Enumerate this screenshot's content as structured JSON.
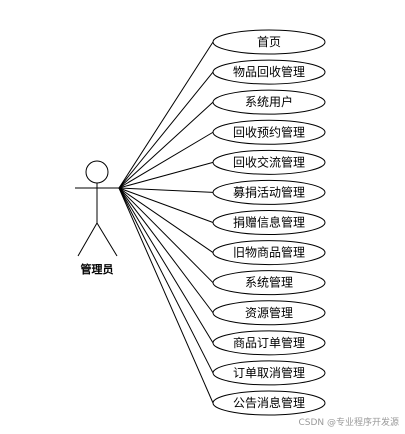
{
  "actor": {
    "name": "管理员"
  },
  "use_cases": [
    "首页",
    "物品回收管理",
    "系统用户",
    "回收预约管理",
    "回收交流管理",
    "募捐活动管理",
    "捐赠信息管理",
    "旧物商品管理",
    "系统管理",
    "资源管理",
    "商品订单管理",
    "订单取消管理",
    "公告消息管理"
  ],
  "watermark": "CSDN @专业程序开发源",
  "colors": {
    "stroke": "#000000",
    "background": "#ffffff",
    "watermark": "#9a9a9a"
  }
}
